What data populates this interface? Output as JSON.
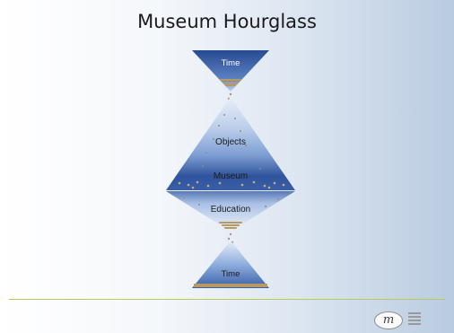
{
  "slide": {
    "title": "Museum Hourglass",
    "labels": {
      "top_time": "Time",
      "objects": "Objects",
      "museum": "Museum",
      "education": "Education",
      "bottom_time": "Time"
    },
    "logo_text": "m"
  },
  "colors": {
    "dark_blue": "#2c4e95",
    "mid_blue": "#5a80c0",
    "light_blue": "#c9d9f1",
    "sand": "#b79a63",
    "footer_line": "#b5cd57"
  }
}
